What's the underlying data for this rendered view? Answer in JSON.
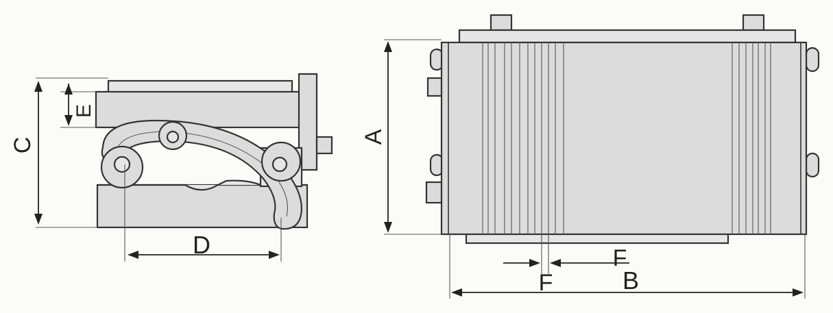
{
  "dimensions": {
    "A": "A",
    "B": "B",
    "C": "C",
    "D": "D",
    "E": "E",
    "F_upper": "F",
    "F_lower": "F"
  },
  "colors": {
    "body": "#dcdcdc",
    "outline": "#333333",
    "background": "#fbfbf9"
  }
}
